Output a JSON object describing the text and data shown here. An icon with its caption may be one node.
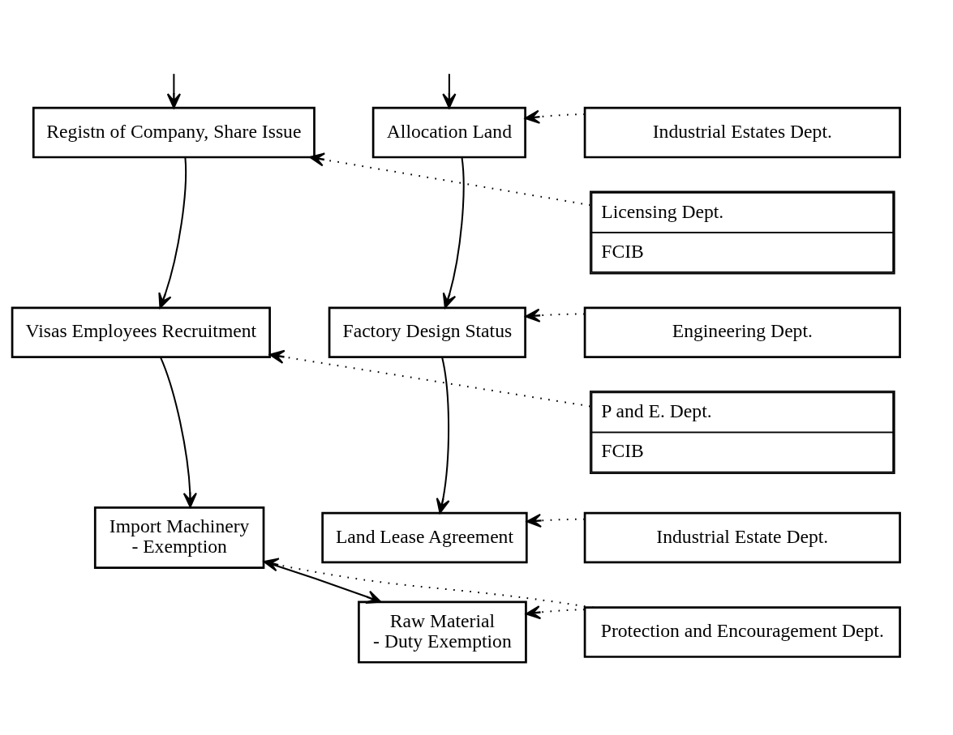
{
  "diagram": {
    "nodes": [
      {
        "text": [
          "Registn of Company, Share Issue"
        ]
      },
      {
        "text": [
          "Allocation Land"
        ]
      },
      {
        "text": [
          "Industrial Estates Dept."
        ]
      },
      {
        "text": [
          "Licensing Dept.",
          "FCIB"
        ]
      },
      {
        "text": [
          "Visas Employees Recruitment"
        ]
      },
      {
        "text": [
          "Factory Design Status"
        ]
      },
      {
        "text": [
          "Engineering Dept."
        ]
      },
      {
        "text": [
          "P and E. Dept.",
          "FCIB"
        ]
      },
      {
        "text": [
          "Import Machinery",
          "- Exemption"
        ]
      },
      {
        "text": [
          "Land Lease Agreement"
        ]
      },
      {
        "text": [
          "Industrial Estate Dept."
        ]
      },
      {
        "text": [
          "Raw Material",
          "- Duty Exemption"
        ]
      },
      {
        "text": [
          "Protection and Encouragement Dept."
        ]
      }
    ],
    "edges": [
      {
        "from": null,
        "to": 0,
        "arrow": "to"
      },
      {
        "from": null,
        "to": 1,
        "arrow": "to"
      },
      {
        "from": 2,
        "to": 1,
        "arrow": "to",
        "style": "dashed"
      },
      {
        "from": 0,
        "to": 4,
        "arrow": "to"
      },
      {
        "from": 3,
        "to": 0,
        "arrow": "to",
        "style": "dashed"
      },
      {
        "from": 1,
        "to": 5,
        "arrow": "to"
      },
      {
        "from": 6,
        "to": 5,
        "arrow": "to",
        "style": "dashed"
      },
      {
        "from": 4,
        "to": 8,
        "arrow": "to"
      },
      {
        "from": 7,
        "to": 4,
        "arrow": "to",
        "style": "dashed"
      },
      {
        "from": 5,
        "to": 9,
        "arrow": "to"
      },
      {
        "from": 10,
        "to": 9,
        "arrow": "to",
        "style": "dashed"
      },
      {
        "from": 8,
        "to": 11,
        "arrow": "to"
      },
      {
        "from": 12,
        "to": 8,
        "arrow": "to",
        "style": "dashed"
      },
      {
        "from": 12,
        "to": 11,
        "arrow": "to",
        "style": "dashed"
      }
    ]
  }
}
